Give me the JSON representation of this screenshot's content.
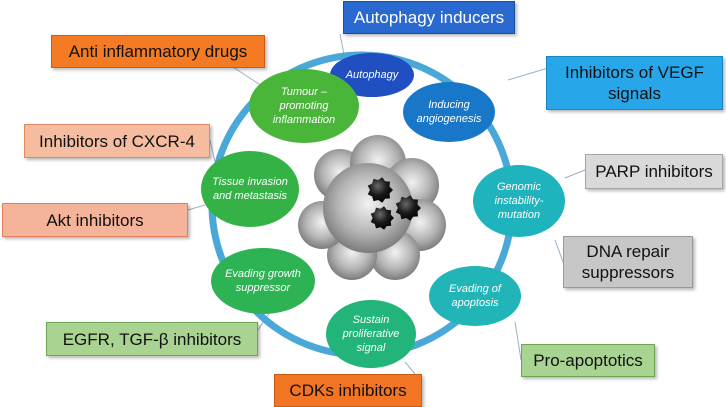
{
  "hallmarks": [
    {
      "id": "autophagy",
      "label": "Autophagy",
      "color": "#1f4fc0"
    },
    {
      "id": "angiogenesis",
      "label": "Inducing angiogenesis",
      "color": "#1877c8"
    },
    {
      "id": "genomic",
      "label": "Genomic instability-mutation",
      "color": "#1fb3bd"
    },
    {
      "id": "apoptosis",
      "label": "Evading of apoptosis",
      "color": "#22b5b8"
    },
    {
      "id": "proliferative",
      "label": "Sustain proliferative signal",
      "color": "#23b47a"
    },
    {
      "id": "growth",
      "label": "Evading growth suppressor",
      "color": "#2db354"
    },
    {
      "id": "invasion",
      "label": "Tissue invasion and metastasis",
      "color": "#35b246"
    },
    {
      "id": "inflammation",
      "label": "Tumour – promoting inflammation",
      "color": "#49b63a"
    }
  ],
  "therapies": [
    {
      "id": "autophagy-inducers",
      "label": "Autophagy inducers",
      "bg": "#2a6ad0",
      "border": "#1a4f9e",
      "dark": true
    },
    {
      "id": "vegf",
      "label": "Inhibitors of VEGF signals",
      "bg": "#27a7ea",
      "border": "#1b84bf",
      "dark": false
    },
    {
      "id": "parp",
      "label": "PARP inhibitors",
      "bg": "#d9d9d9",
      "border": "#a5a5a5",
      "dark": false
    },
    {
      "id": "dna-repair",
      "label": "DNA repair suppressors",
      "bg": "#c7c7c7",
      "border": "#9a9a9a",
      "dark": false
    },
    {
      "id": "pro-apoptotics",
      "label": "Pro-apoptotics",
      "bg": "#a9d391",
      "border": "#6ea553",
      "dark": false
    },
    {
      "id": "cdks",
      "label": "CDKs inhibitors",
      "bg": "#f17522",
      "border": "#c85c12",
      "dark": false
    },
    {
      "id": "egfr",
      "label": "EGFR, TGF-β inhibitors",
      "bg": "#a9d391",
      "border": "#6ea553",
      "dark": false
    },
    {
      "id": "akt",
      "label": "Akt inhibitors",
      "bg": "#f5b49a",
      "border": "#e07f5c",
      "dark": false
    },
    {
      "id": "cxcr4",
      "label": "Inhibitors of CXCR-4",
      "bg": "#f6bc9f",
      "border": "#e08a62",
      "dark": false
    },
    {
      "id": "anti-inflammatory",
      "label": "Anti inflammatory drugs",
      "bg": "#f47a24",
      "border": "#c85e14",
      "dark": false
    }
  ],
  "colors": {
    "ring": "#4aa8d8",
    "cloud": "#8c8c8c",
    "tumor": "#111111",
    "connector": "#9ab0c8"
  }
}
